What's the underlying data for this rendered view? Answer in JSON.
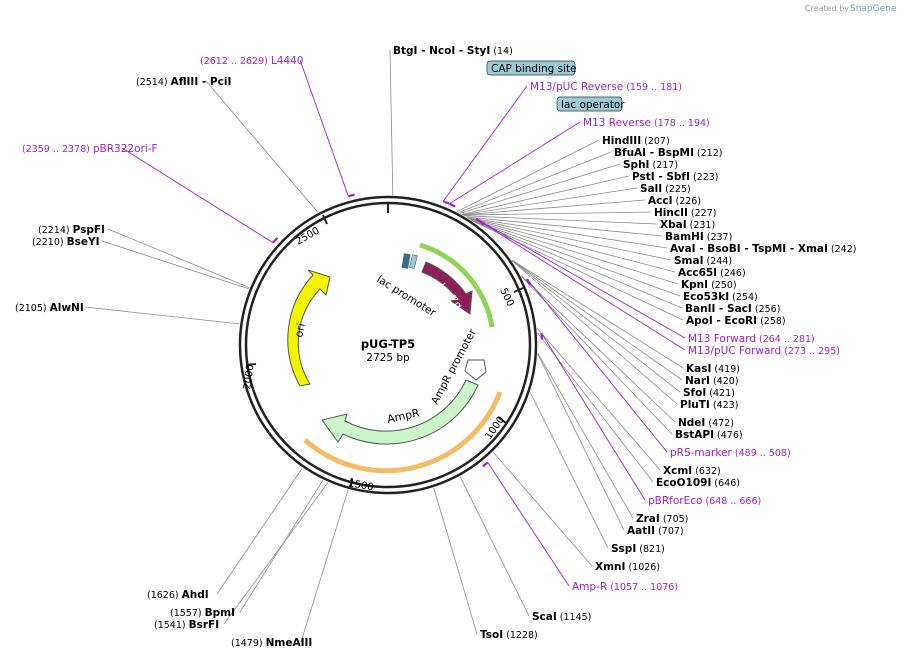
{
  "credit": {
    "prefix": "Created by",
    "brand": "SnapGene"
  },
  "plasmid": {
    "name": "pUG-TP5",
    "length": "2725 bp",
    "total_bp": 2725
  },
  "ticks": [
    "500",
    "1000",
    "1500",
    "2000",
    "2500"
  ],
  "features": [
    {
      "name": "lacZα",
      "color": "#8e2057"
    },
    {
      "name": "ori",
      "color": "#f5f500"
    },
    {
      "name": "AmpR",
      "color": "#c9f5c9"
    },
    {
      "name": "AmpR promoter",
      "color": "#ffffff"
    },
    {
      "name": "lac promoter",
      "color": "#ffffff"
    }
  ],
  "boxed_features": [
    {
      "name": "CAP binding site",
      "color": "#9ccbd8"
    },
    {
      "name": "lac operator",
      "color": "#9ccbd8"
    }
  ],
  "sites": [
    {
      "name": "BtgI",
      "extra": [
        "NcoI",
        "StyI"
      ],
      "pos": "(14)"
    },
    {
      "name": "AflIII",
      "extra": [
        "PciI"
      ],
      "pos": "(2514)"
    },
    {
      "name": "HindIII",
      "extra": [],
      "pos": "(207)"
    },
    {
      "name": "BfuAI",
      "extra": [
        "BspMI"
      ],
      "pos": "(212)"
    },
    {
      "name": "SphI",
      "extra": [],
      "pos": "(217)"
    },
    {
      "name": "PstI",
      "extra": [
        "SbfI"
      ],
      "pos": "(223)"
    },
    {
      "name": "SalI",
      "extra": [],
      "pos": "(225)"
    },
    {
      "name": "AccI",
      "extra": [],
      "pos": "(226)"
    },
    {
      "name": "HincII",
      "extra": [],
      "pos": "(227)"
    },
    {
      "name": "XbaI",
      "extra": [],
      "pos": "(231)"
    },
    {
      "name": "BamHI",
      "extra": [],
      "pos": "(237)"
    },
    {
      "name": "AvaI",
      "extra": [
        "BsoBI",
        "TspMI",
        "XmaI"
      ],
      "pos": "(242)"
    },
    {
      "name": "SmaI",
      "extra": [],
      "pos": "(244)"
    },
    {
      "name": "Acc65I",
      "extra": [],
      "pos": "(246)"
    },
    {
      "name": "KpnI",
      "extra": [],
      "pos": "(250)"
    },
    {
      "name": "Eco53kI",
      "extra": [],
      "pos": "(254)"
    },
    {
      "name": "BanII",
      "extra": [
        "SacI"
      ],
      "pos": "(256)"
    },
    {
      "name": "ApoI",
      "extra": [
        "EcoRI"
      ],
      "pos": "(258)"
    },
    {
      "name": "KasI",
      "extra": [],
      "pos": "(419)"
    },
    {
      "name": "NarI",
      "extra": [],
      "pos": "(420)"
    },
    {
      "name": "SfoI",
      "extra": [],
      "pos": "(421)"
    },
    {
      "name": "PluTI",
      "extra": [],
      "pos": "(423)"
    },
    {
      "name": "NdeI",
      "extra": [],
      "pos": "(472)"
    },
    {
      "name": "BstAPI",
      "extra": [],
      "pos": "(476)"
    },
    {
      "name": "XcmI",
      "extra": [],
      "pos": "(632)"
    },
    {
      "name": "EcoO109I",
      "extra": [],
      "pos": "(646)"
    },
    {
      "name": "ZraI",
      "extra": [],
      "pos": "(705)"
    },
    {
      "name": "AatII",
      "extra": [],
      "pos": "(707)"
    },
    {
      "name": "SspI",
      "extra": [],
      "pos": "(821)"
    },
    {
      "name": "XmnI",
      "extra": [],
      "pos": "(1026)"
    },
    {
      "name": "ScaI",
      "extra": [],
      "pos": "(1145)"
    },
    {
      "name": "TsoI",
      "extra": [],
      "pos": "(1228)"
    },
    {
      "name": "AhdI",
      "extra": [],
      "pos": "(1626)"
    },
    {
      "name": "BpmI",
      "extra": [],
      "pos": "(1557)"
    },
    {
      "name": "BsrFI",
      "extra": [],
      "pos": "(1541)"
    },
    {
      "name": "NmeAIII",
      "extra": [],
      "pos": "(1479)"
    },
    {
      "name": "AlwNI",
      "extra": [],
      "pos": "(2105)"
    },
    {
      "name": "PspFI",
      "extra": [],
      "pos": "(2214)"
    },
    {
      "name": "BseYI",
      "extra": [],
      "pos": "(2210)"
    }
  ],
  "primers": [
    {
      "name": "L4440",
      "pos": "(2612 .. 2629)"
    },
    {
      "name": "pBR322ori-F",
      "pos": "(2359 .. 2378)"
    },
    {
      "name": "M13/pUC Reverse",
      "pos": "(159 .. 181)"
    },
    {
      "name": "M13 Reverse",
      "pos": "(178 .. 194)"
    },
    {
      "name": "M13 Forward",
      "pos": "(264 .. 281)"
    },
    {
      "name": "M13/pUC Forward",
      "pos": "(273 .. 295)"
    },
    {
      "name": "pRS-marker",
      "pos": "(489 .. 508)"
    },
    {
      "name": "pBRforEco",
      "pos": "(648 .. 666)"
    },
    {
      "name": "Amp-R",
      "pos": "(1057 .. 1076)"
    }
  ]
}
